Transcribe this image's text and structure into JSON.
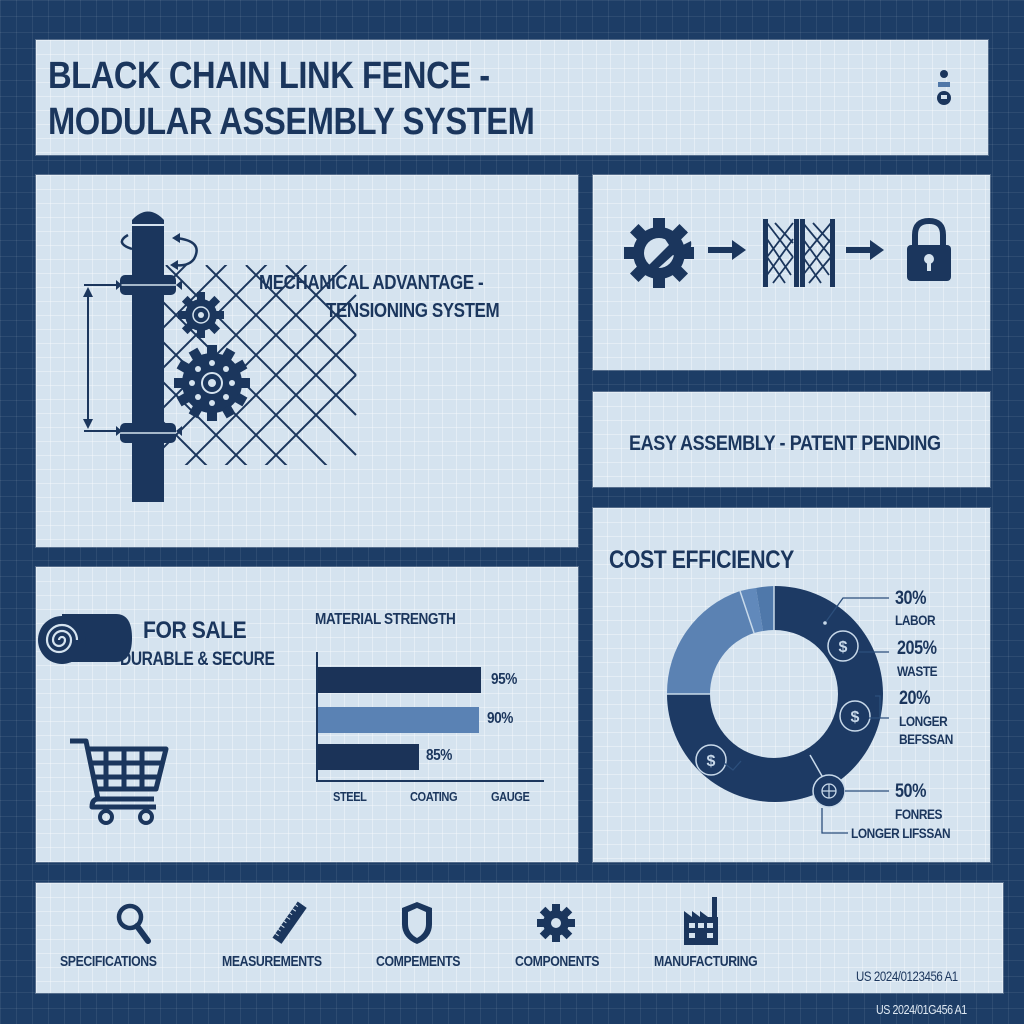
{
  "header": {
    "title_line1": "BLACK CHAIN LINK FENCE -",
    "title_line2": "MODULAR ASSEMBLY SYSTEM"
  },
  "tensioning_panel": {
    "title_line1": "MECHANICAL ADVANTAGE -",
    "title_line2": "TENSIONING SYSTEM",
    "icons": [
      "fence-post",
      "rotation-arrow",
      "gear-small",
      "gear-large",
      "chain-link-mesh",
      "dimension-arrow"
    ]
  },
  "assembly_flow": {
    "steps": [
      "gear-wrench-icon",
      "arrow-right-icon",
      "fence-panel-icon",
      "arrow-right-icon",
      "padlock-icon"
    ]
  },
  "patent_banner": {
    "label": "EASY ASSEMBLY - PATENT PENDING"
  },
  "sale_panel": {
    "heading": "FOR SALE",
    "subheading": "DURABLE & SECURE",
    "icons": [
      "fence-roll-icon",
      "shopping-cart-icon"
    ]
  },
  "chart_data": [
    {
      "type": "bar",
      "title": "MATERIAL STRENGTH",
      "orientation": "horizontal",
      "categories": [
        "STEEL",
        "COATING",
        "GAUGE"
      ],
      "values": [
        95,
        90,
        85
      ],
      "value_labels": [
        "95%",
        "90%",
        "85%"
      ],
      "colors": [
        "#1b3358",
        "#5a82b4",
        "#1b3358"
      ],
      "xlabel": "",
      "ylabel": "",
      "xlim": [
        0,
        100
      ],
      "grid": false
    },
    {
      "type": "pie",
      "donut": true,
      "title": "COST EFFICIENCY",
      "labels": [
        {
          "value": "30%",
          "text": [
            "LABOR"
          ]
        },
        {
          "value": "205%",
          "text": [
            "WASTE"
          ]
        },
        {
          "value": "20%",
          "text": [
            "LONGER",
            "BEFSSAN"
          ]
        },
        {
          "value": "50%",
          "text": [
            "FONRES",
            "LONGER LIFSSAN"
          ]
        }
      ],
      "segments": [
        {
          "start_deg": 0,
          "end_deg": 248,
          "color": "#1d3a64"
        },
        {
          "start_deg": 248,
          "end_deg": 325,
          "color": "#5b82b3"
        },
        {
          "start_deg": 325,
          "end_deg": 343,
          "color": "#6189bb"
        },
        {
          "start_deg": 343,
          "end_deg": 360,
          "color": "#4f78aa"
        }
      ],
      "marker_icons": [
        "dollar",
        "dollar",
        "dollar",
        "globe-dollar"
      ]
    }
  ],
  "footer": {
    "items": [
      {
        "label": "SPECIFICATIONS",
        "icon": "magnifier"
      },
      {
        "label": "MEASUREMENTS",
        "icon": "ruler"
      },
      {
        "label": "COMPEMENTS",
        "icon": "shield"
      },
      {
        "label": "COMPONENTS",
        "icon": "gear"
      },
      {
        "label": "MANUFACTURING",
        "icon": "factory"
      }
    ],
    "patent_number": "US 2024/0123456 A1",
    "patent_number_outer": "US 2024/01G456 A1"
  },
  "colors": {
    "background": "#1d3d66",
    "panel": "#d5e3ef",
    "ink": "#1b365d",
    "accent_light": "#5a82b4"
  }
}
